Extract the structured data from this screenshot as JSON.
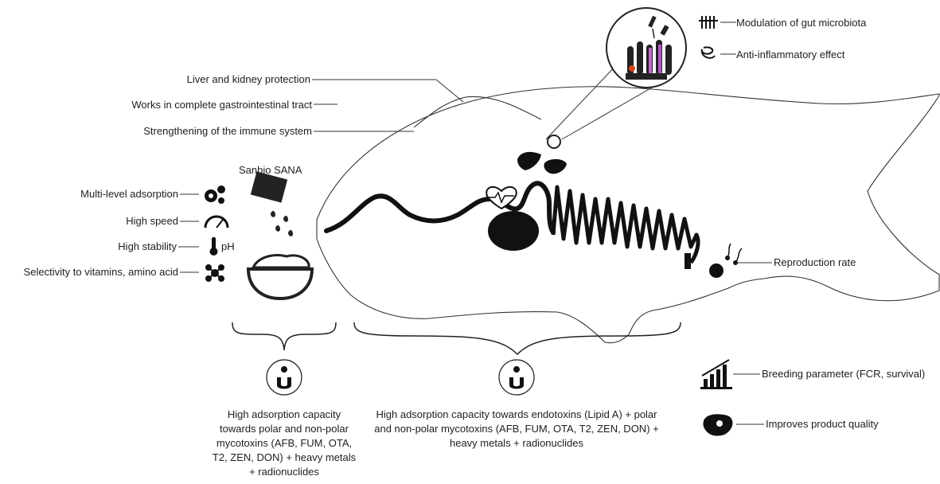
{
  "product": "Sanbio SANA",
  "top_right": {
    "microbiota": "Modulation of gut microbiota",
    "inflammatory": "Anti-inflammatory effect"
  },
  "left_benefits": {
    "liver": "Liver and kidney protection",
    "gi_tract": "Works in complete gastrointestinal tract",
    "immune": "Strengthening of the immune system"
  },
  "properties": {
    "adsorption": "Multi-level adsorption",
    "speed": "High speed",
    "stability": "High  stability",
    "ph": "pH",
    "selectivity": "Selectivity to vitamins, amino acid"
  },
  "reproduction": "Reproduction rate",
  "bottom_left": "High adsorption capacity towards polar and non-polar mycotoxins (AFB, FUM, OTA, T2, ZEN, DON) + heavy metals + radionuclides",
  "bottom_middle": "High adsorption capacity towards endotoxins (Lipid A) + polar and non-polar mycotoxins (AFB, FUM, OTA, T2, ZEN, DON) + heavy metals + radionuclides",
  "right_benefits": {
    "breeding": "Breeding parameter (FCR, survival)",
    "quality": "Improves product quality"
  },
  "icons": [
    "gears-icon",
    "speedometer-icon",
    "thermometer-icon",
    "molecule-icon",
    "bowl-icon",
    "skull-magnet-icon",
    "bar-chart-icon",
    "meat-icon",
    "heart-icon",
    "liver-icon",
    "spleen-icon",
    "sperm-egg-icon",
    "bacteria-icon",
    "intestine-icon"
  ]
}
